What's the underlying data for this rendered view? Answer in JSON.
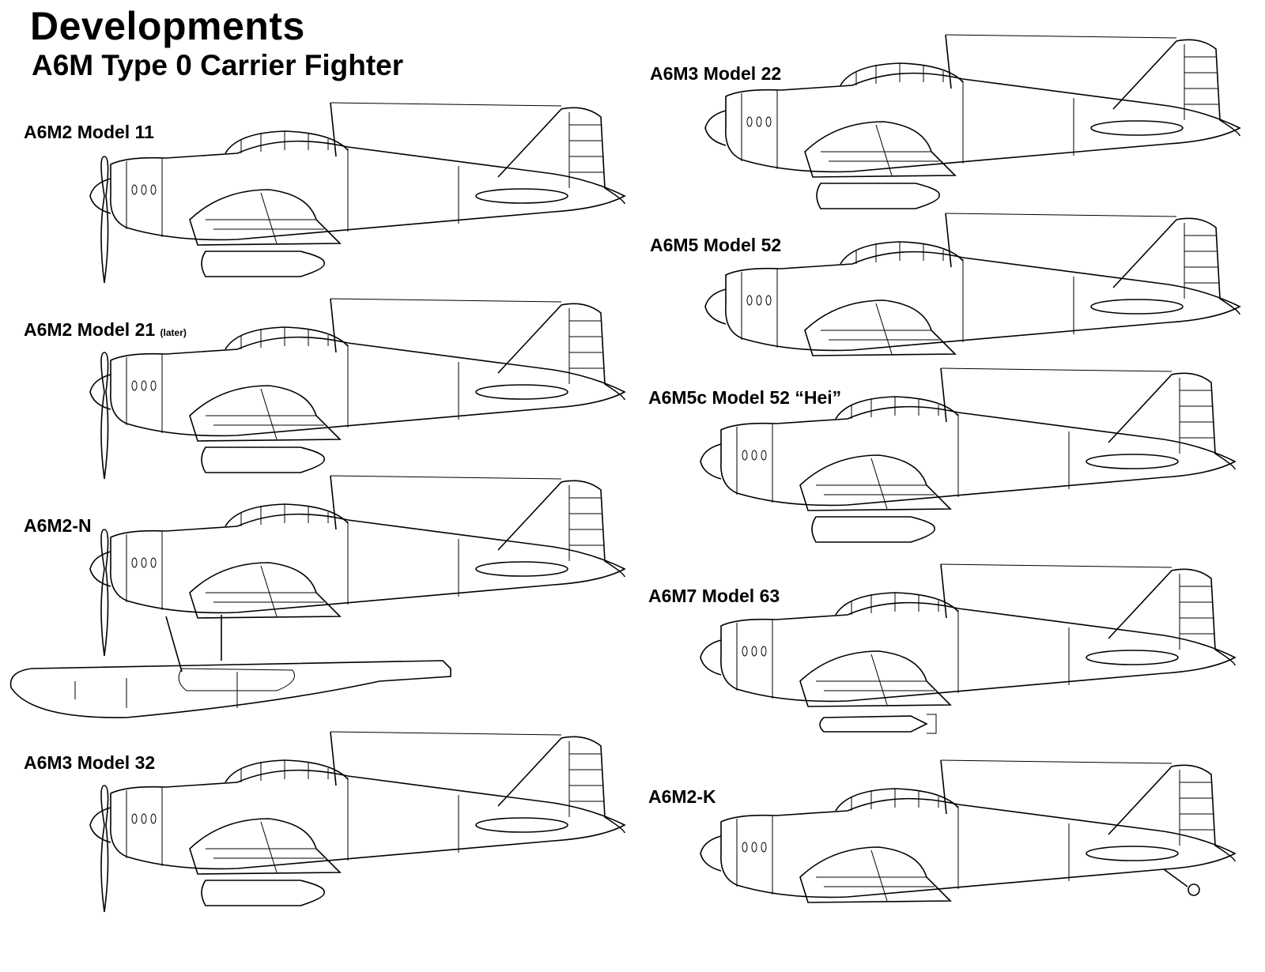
{
  "header": {
    "title": "Developments",
    "subtitle": "A6M Type 0 Carrier Fighter"
  },
  "variants": [
    {
      "label": "A6M2 Model 11",
      "note": "",
      "propeller": true,
      "drop_tank": true,
      "float": false,
      "bomb": false,
      "tailwheel": false
    },
    {
      "label": "A6M2 Model 21",
      "note": "(later)",
      "propeller": true,
      "drop_tank": true,
      "float": false,
      "bomb": false,
      "tailwheel": false
    },
    {
      "label": "A6M2-N",
      "note": "",
      "propeller": true,
      "drop_tank": false,
      "float": true,
      "bomb": false,
      "tailwheel": false
    },
    {
      "label": "A6M3 Model 32",
      "note": "",
      "propeller": true,
      "drop_tank": true,
      "float": false,
      "bomb": false,
      "tailwheel": false
    },
    {
      "label": "A6M3 Model 22",
      "note": "",
      "propeller": false,
      "drop_tank": true,
      "float": false,
      "bomb": false,
      "tailwheel": false
    },
    {
      "label": "A6M5 Model 52",
      "note": "",
      "propeller": false,
      "drop_tank": false,
      "float": false,
      "bomb": false,
      "tailwheel": false
    },
    {
      "label": "A6M5c Model 52 “Hei”",
      "note": "",
      "propeller": false,
      "drop_tank": true,
      "float": false,
      "bomb": false,
      "tailwheel": false
    },
    {
      "label": "A6M7 Model 63",
      "note": "",
      "propeller": false,
      "drop_tank": false,
      "float": false,
      "bomb": true,
      "tailwheel": false
    },
    {
      "label": "A6M2-K",
      "note": "",
      "propeller": false,
      "drop_tank": false,
      "float": false,
      "bomb": false,
      "tailwheel": true
    }
  ]
}
